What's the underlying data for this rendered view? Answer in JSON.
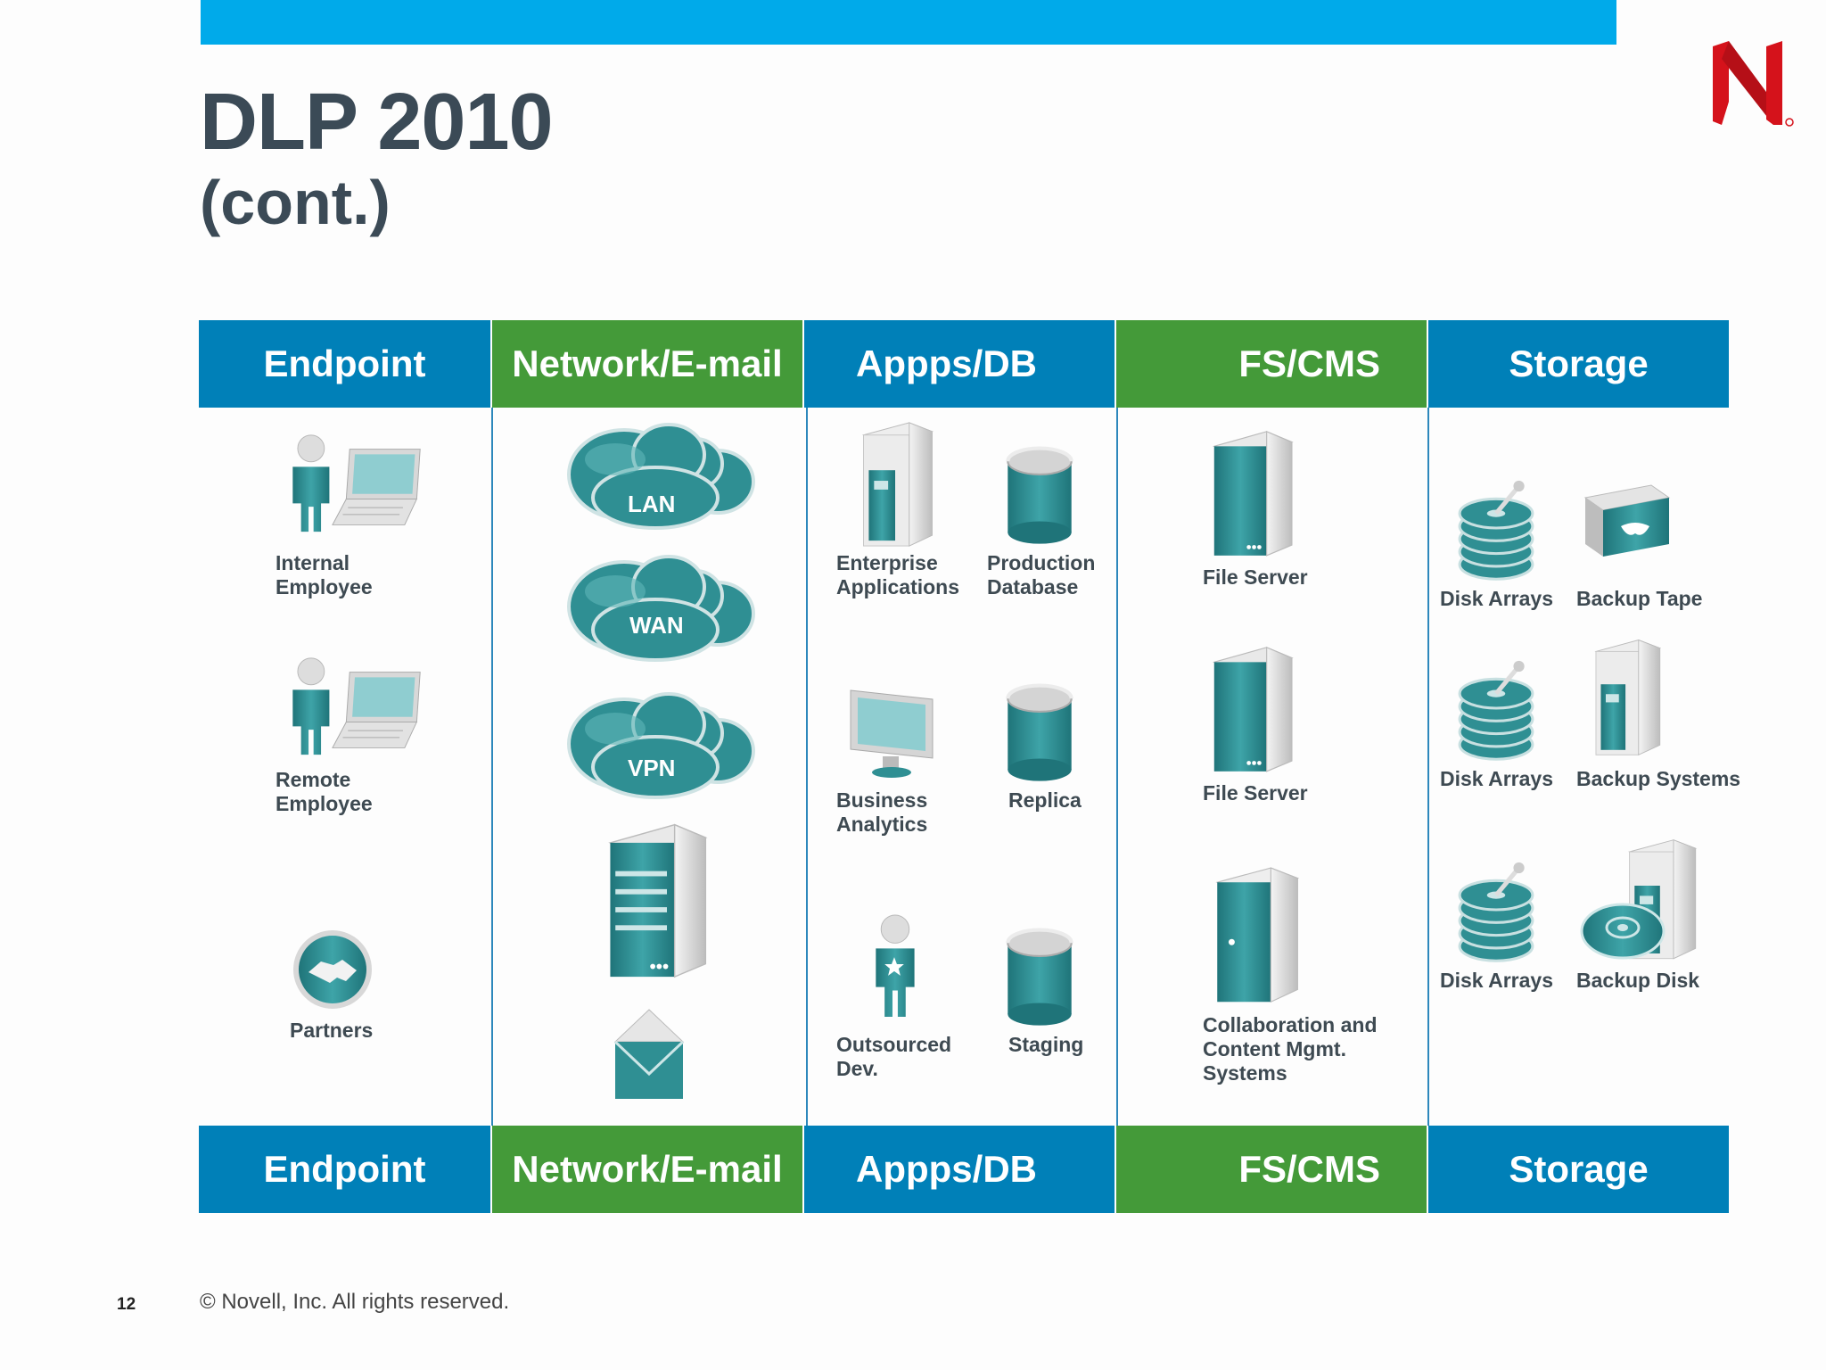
{
  "slide": {
    "title": "DLP 2010",
    "subtitle": "(cont.)",
    "page_number": "12",
    "copyright": "©  Novell, Inc.  All rights reserved.",
    "colors": {
      "top_bar": "#00aaea",
      "blue_header": "#0080b8",
      "green_header": "#449a39",
      "icon_teal": "#2f8f93",
      "logo_red": "#d5121b"
    }
  },
  "headers": [
    "Endpoint",
    "Network/E-mail",
    "Appps/DB",
    "FS/CMS",
    "Storage"
  ],
  "endpoint": {
    "items": [
      {
        "label_1": "Internal",
        "label_2": "Employee",
        "icon": "person-laptop-icon"
      },
      {
        "label_1": "Remote",
        "label_2": "Employee",
        "icon": "person-laptop-icon"
      },
      {
        "label": "Partners",
        "icon": "handshake-icon"
      }
    ]
  },
  "network": {
    "clouds": [
      "LAN",
      "WAN",
      "VPN"
    ],
    "extra_icons": [
      "server-icon",
      "envelope-icon"
    ]
  },
  "apps": {
    "items": [
      {
        "label_1": "Enterprise",
        "label_2": "Applications",
        "icon": "server-tower-icon"
      },
      {
        "label_1": "Production",
        "label_2": "Database",
        "icon": "database-icon"
      },
      {
        "label_1": "Business",
        "label_2": "Analytics",
        "icon": "monitor-icon"
      },
      {
        "label": "Replica",
        "icon": "database-icon"
      },
      {
        "label_1": "Outsourced",
        "label_2": "Dev.",
        "icon": "person-star-icon"
      },
      {
        "label": "Staging",
        "icon": "database-icon"
      }
    ]
  },
  "fs": {
    "items": [
      {
        "label": "File Server",
        "icon": "file-server-icon"
      },
      {
        "label": "File Server",
        "icon": "file-server-icon"
      },
      {
        "label_1": "Collaboration and",
        "label_2": "Content Mgmt.",
        "label_3": "Systems",
        "icon": "collaboration-server-icon"
      }
    ]
  },
  "storage": {
    "items": [
      {
        "label": "Disk Arrays",
        "icon": "disk-array-icon"
      },
      {
        "label": "Backup Tape",
        "icon": "backup-tape-icon"
      },
      {
        "label": "Disk Arrays",
        "icon": "disk-array-icon"
      },
      {
        "label": "Backup Systems",
        "icon": "backup-system-icon"
      },
      {
        "label": "Disk Arrays",
        "icon": "disk-array-icon"
      },
      {
        "label": "Backup Disk",
        "icon": "backup-disk-icon"
      }
    ]
  }
}
